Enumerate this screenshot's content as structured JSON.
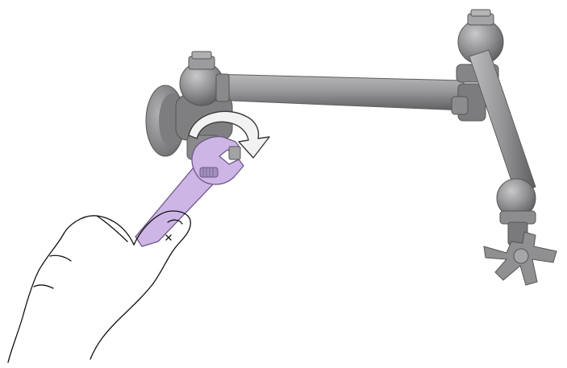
{
  "illustration": {
    "subject": "pot-filler-faucet-installation",
    "step": "tighten-connection-with-adjustable-wrench",
    "rotation_direction": "clockwise",
    "colors": {
      "background": "#ffffff",
      "faucet_metal": "#8c8c8e",
      "faucet_highlight": "#b9b9bb",
      "faucet_shadow": "#5f5f61",
      "wrench": "#cdb6e6",
      "wrench_outline": "#6d5a86",
      "arrow_fill": "#f2f2f2",
      "arrow_outline": "#3a3a3a",
      "hand_outline": "#111111"
    },
    "icons": [
      "faucet",
      "adjustable-wrench",
      "rotation-arrow",
      "hand"
    ]
  }
}
